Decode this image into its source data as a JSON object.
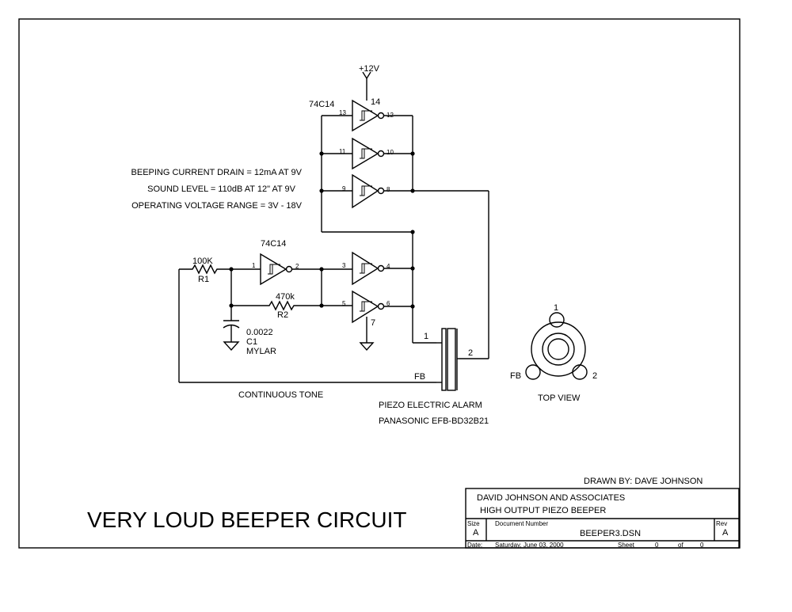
{
  "title": "VERY LOUD BEEPER CIRCUIT",
  "notes": {
    "current": "BEEPING CURRENT DRAIN = 12mA AT 9V",
    "sound": "SOUND LEVEL = 110dB AT 12\" AT 9V",
    "voltage": "OPERATING VOLTAGE RANGE = 3V - 18V"
  },
  "power": "+12V",
  "ic": {
    "upper_label": "74C14",
    "upper_pin": "14",
    "lower_label": "74C14",
    "lower_pin": "7",
    "pins": {
      "p1": "1",
      "p2": "2",
      "p3": "3",
      "p4": "4",
      "p5": "5",
      "p6": "6",
      "p8": "8",
      "p9": "9",
      "p10": "10",
      "p11": "11",
      "p12": "12",
      "p13": "13"
    }
  },
  "components": {
    "r1_value": "100K",
    "r1_ref": "R1",
    "r2_value": "470k",
    "r2_ref": "R2",
    "c1_value": "0.0022",
    "c1_ref": "C1",
    "c1_type": "MYLAR"
  },
  "piezo": {
    "pin1": "1",
    "pin2": "2",
    "pin_fb": "FB",
    "label1": "PIEZO ELECTRIC ALARM",
    "label2": "PANASONIC EFB-BD32B21"
  },
  "continuous_tone": "CONTINUOUS TONE",
  "top_view": {
    "label": "TOP VIEW",
    "pin1": "1",
    "pin2": "2",
    "pin_fb": "FB"
  },
  "drawn_by": "DRAWN BY:  DAVE JOHNSON",
  "title_block": {
    "company": "DAVID JOHNSON AND ASSOCIATES",
    "subtitle": "HIGH OUTPUT PIEZO BEEPER",
    "size_label": "Size",
    "size": "A",
    "docnum_label": "Document Number",
    "docnum": "BEEPER3.DSN",
    "rev_label": "Rev",
    "rev": "A",
    "date_label": "Date:",
    "date": "Saturday, June 03, 2000",
    "sheet_label": "Sheet",
    "sheet": "0",
    "of_label": "of",
    "of": "0"
  }
}
